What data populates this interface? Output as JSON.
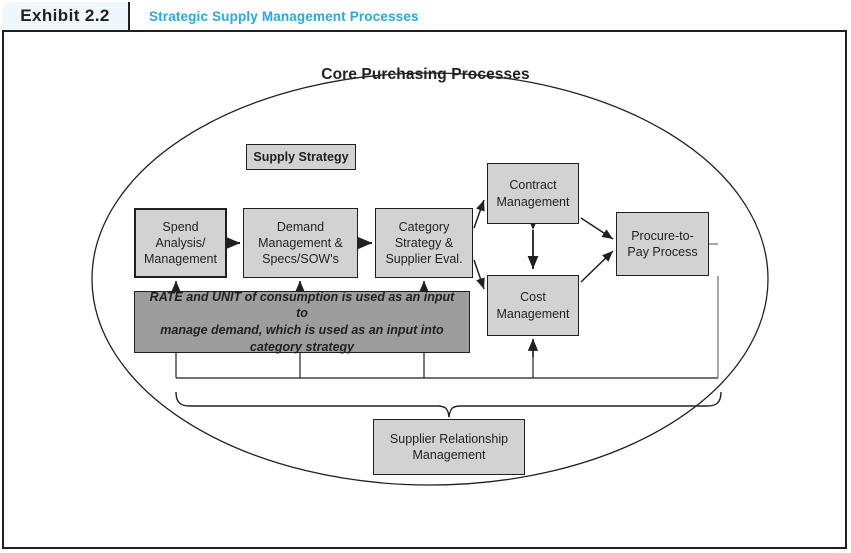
{
  "header": {
    "exhibit_label": "Exhibit 2.2",
    "title": "Strategic Supply Management Processes",
    "accent_color": "#27a9e1",
    "tab_background": "#eef7fd"
  },
  "diagram": {
    "title": "Core Purchasing Processes",
    "box_fill": "#d2d2d2",
    "annotation_fill": "#9d9d9d",
    "line_color": "#231f20",
    "nodes": {
      "supply_strategy": {
        "label": "Supply Strategy"
      },
      "spend": {
        "line1": "Spend",
        "line2": "Analysis/",
        "line3": "Management"
      },
      "demand": {
        "line1": "Demand",
        "line2": "Management &",
        "line3": "Specs/SOW's"
      },
      "category": {
        "line1": "Category",
        "line2": "Strategy &",
        "line3": "Supplier Eval."
      },
      "contract": {
        "line1": "Contract",
        "line2": "Management"
      },
      "cost": {
        "line1": "Cost",
        "line2": "Management"
      },
      "procure_to_pay": {
        "line1": "Procure-to-",
        "line2": "Pay Process"
      },
      "annotation": {
        "line1": "RATE and UNIT of consumption is used as an input to",
        "line2": "manage demand, which is used as an input into",
        "line3": "category strategy"
      },
      "supplier_relationship": {
        "line1": "Supplier Relationship",
        "line2": "Management"
      }
    }
  }
}
